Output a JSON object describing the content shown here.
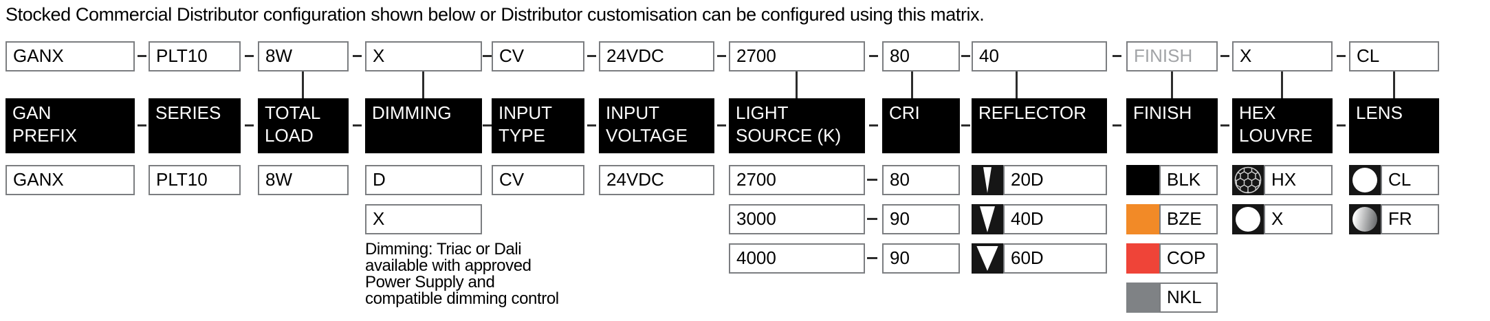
{
  "title": "Stocked Commercial Distributor configuration shown below or Distributor customisation can be configured using this matrix.",
  "columns": [
    {
      "id": "gan-prefix",
      "code": "GANX",
      "header": "GAN\nPREFIX",
      "options": [
        {
          "label": "GANX"
        }
      ]
    },
    {
      "id": "series",
      "code": "PLT10",
      "header": "SERIES",
      "options": [
        {
          "label": "PLT10"
        }
      ]
    },
    {
      "id": "total-load",
      "code": "8W",
      "header": "TOTAL\nLOAD",
      "options": [
        {
          "label": "8W"
        }
      ]
    },
    {
      "id": "dimming",
      "code": "X",
      "header": "DIMMING",
      "options": [
        {
          "label": "D"
        },
        {
          "label": "X"
        }
      ],
      "note": "Dimming: Triac or Dali\navailable with approved\nPower Supply and\ncompatible dimming control"
    },
    {
      "id": "input-type",
      "code": "CV",
      "header": "INPUT\nTYPE",
      "options": [
        {
          "label": "CV"
        }
      ]
    },
    {
      "id": "input-voltage",
      "code": "24VDC",
      "header": "INPUT\nVOLTAGE",
      "options": [
        {
          "label": "24VDC"
        }
      ]
    },
    {
      "id": "light-source",
      "code": "2700",
      "header": "LIGHT\nSOURCE (K)",
      "options": [
        {
          "label": "2700"
        },
        {
          "label": "3000"
        },
        {
          "label": "4000"
        }
      ]
    },
    {
      "id": "cri",
      "code": "80",
      "header": "CRI",
      "options": [
        {
          "label": "80"
        },
        {
          "label": "90"
        },
        {
          "label": "90"
        }
      ]
    },
    {
      "id": "reflector",
      "code": "40",
      "header": "REFLECTOR",
      "options": [
        {
          "label": "20D",
          "icon": "beam-narrow-icon"
        },
        {
          "label": "40D",
          "icon": "beam-medium-icon"
        },
        {
          "label": "60D",
          "icon": "beam-wide-icon"
        }
      ]
    },
    {
      "id": "finish",
      "code": "FINISH",
      "code_is_placeholder": true,
      "header": "FINISH",
      "options": [
        {
          "label": "BLK",
          "swatch": "#000000"
        },
        {
          "label": "BZE",
          "swatch": "#F28A27"
        },
        {
          "label": "COP",
          "swatch": "#EF4438"
        },
        {
          "label": "NKL",
          "swatch": "#7F8285"
        }
      ]
    },
    {
      "id": "hex-louvre",
      "code": "X",
      "header": "HEX\nLOUVRE",
      "options": [
        {
          "label": "HX",
          "icon": "honeycomb-icon"
        },
        {
          "label": "X",
          "icon": "open-circle-icon"
        }
      ]
    },
    {
      "id": "lens",
      "code": "CL",
      "header": "LENS",
      "options": [
        {
          "label": "CL",
          "icon": "clear-lens-icon"
        },
        {
          "label": "FR",
          "icon": "frosted-lens-icon"
        }
      ]
    }
  ],
  "colors": {
    "placeholder_text": "#A2A4A7",
    "finish_blk": "#000000",
    "finish_bze": "#F28A27",
    "finish_cop": "#EF4438",
    "finish_nkl": "#7F8285"
  }
}
